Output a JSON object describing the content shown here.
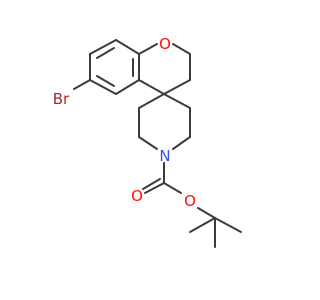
{
  "molecule": {
    "atoms": {
      "oxygen_ring": "O",
      "oxygen_carbonyl": "O",
      "oxygen_ester": "O",
      "nitrogen": "N",
      "bromine": "Br"
    },
    "colors": {
      "bond": "#3b3b3b",
      "oxygen": "#ff0d0d",
      "nitrogen": "#3050f8",
      "bromine": "#a62929"
    }
  }
}
